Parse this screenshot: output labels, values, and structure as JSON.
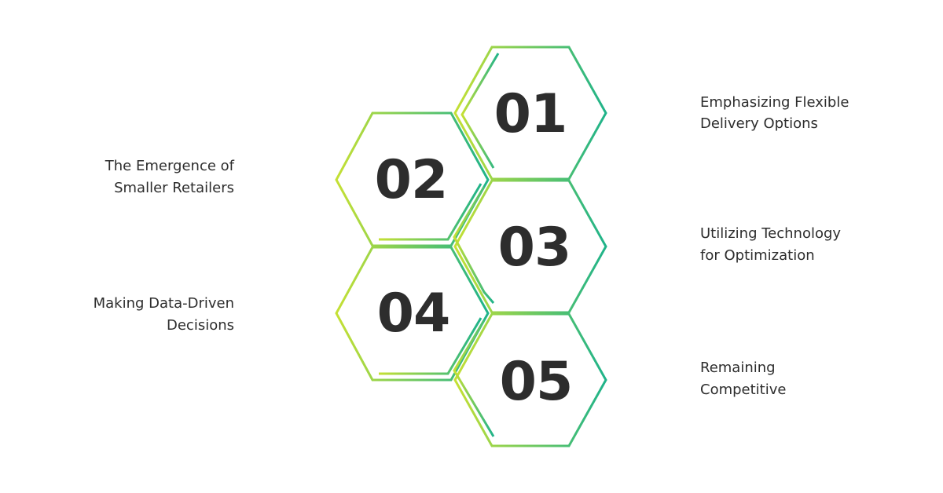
{
  "colors": {
    "lime": "#c5e034",
    "teal": "#1fb38a",
    "text": "#2d2d2d"
  },
  "steps": [
    {
      "number": "01",
      "label_line1": "Emphasizing Flexible",
      "label_line2": "Delivery Options"
    },
    {
      "number": "02",
      "label_line1": "The Emergence of",
      "label_line2": "Smaller Retailers"
    },
    {
      "number": "03",
      "label_line1": "Utilizing Technology",
      "label_line2": "for Optimization"
    },
    {
      "number": "04",
      "label_line1": "Making Data-Driven",
      "label_line2": "Decisions"
    },
    {
      "number": "05",
      "label_line1": "Remaining",
      "label_line2": "Competitive"
    }
  ]
}
